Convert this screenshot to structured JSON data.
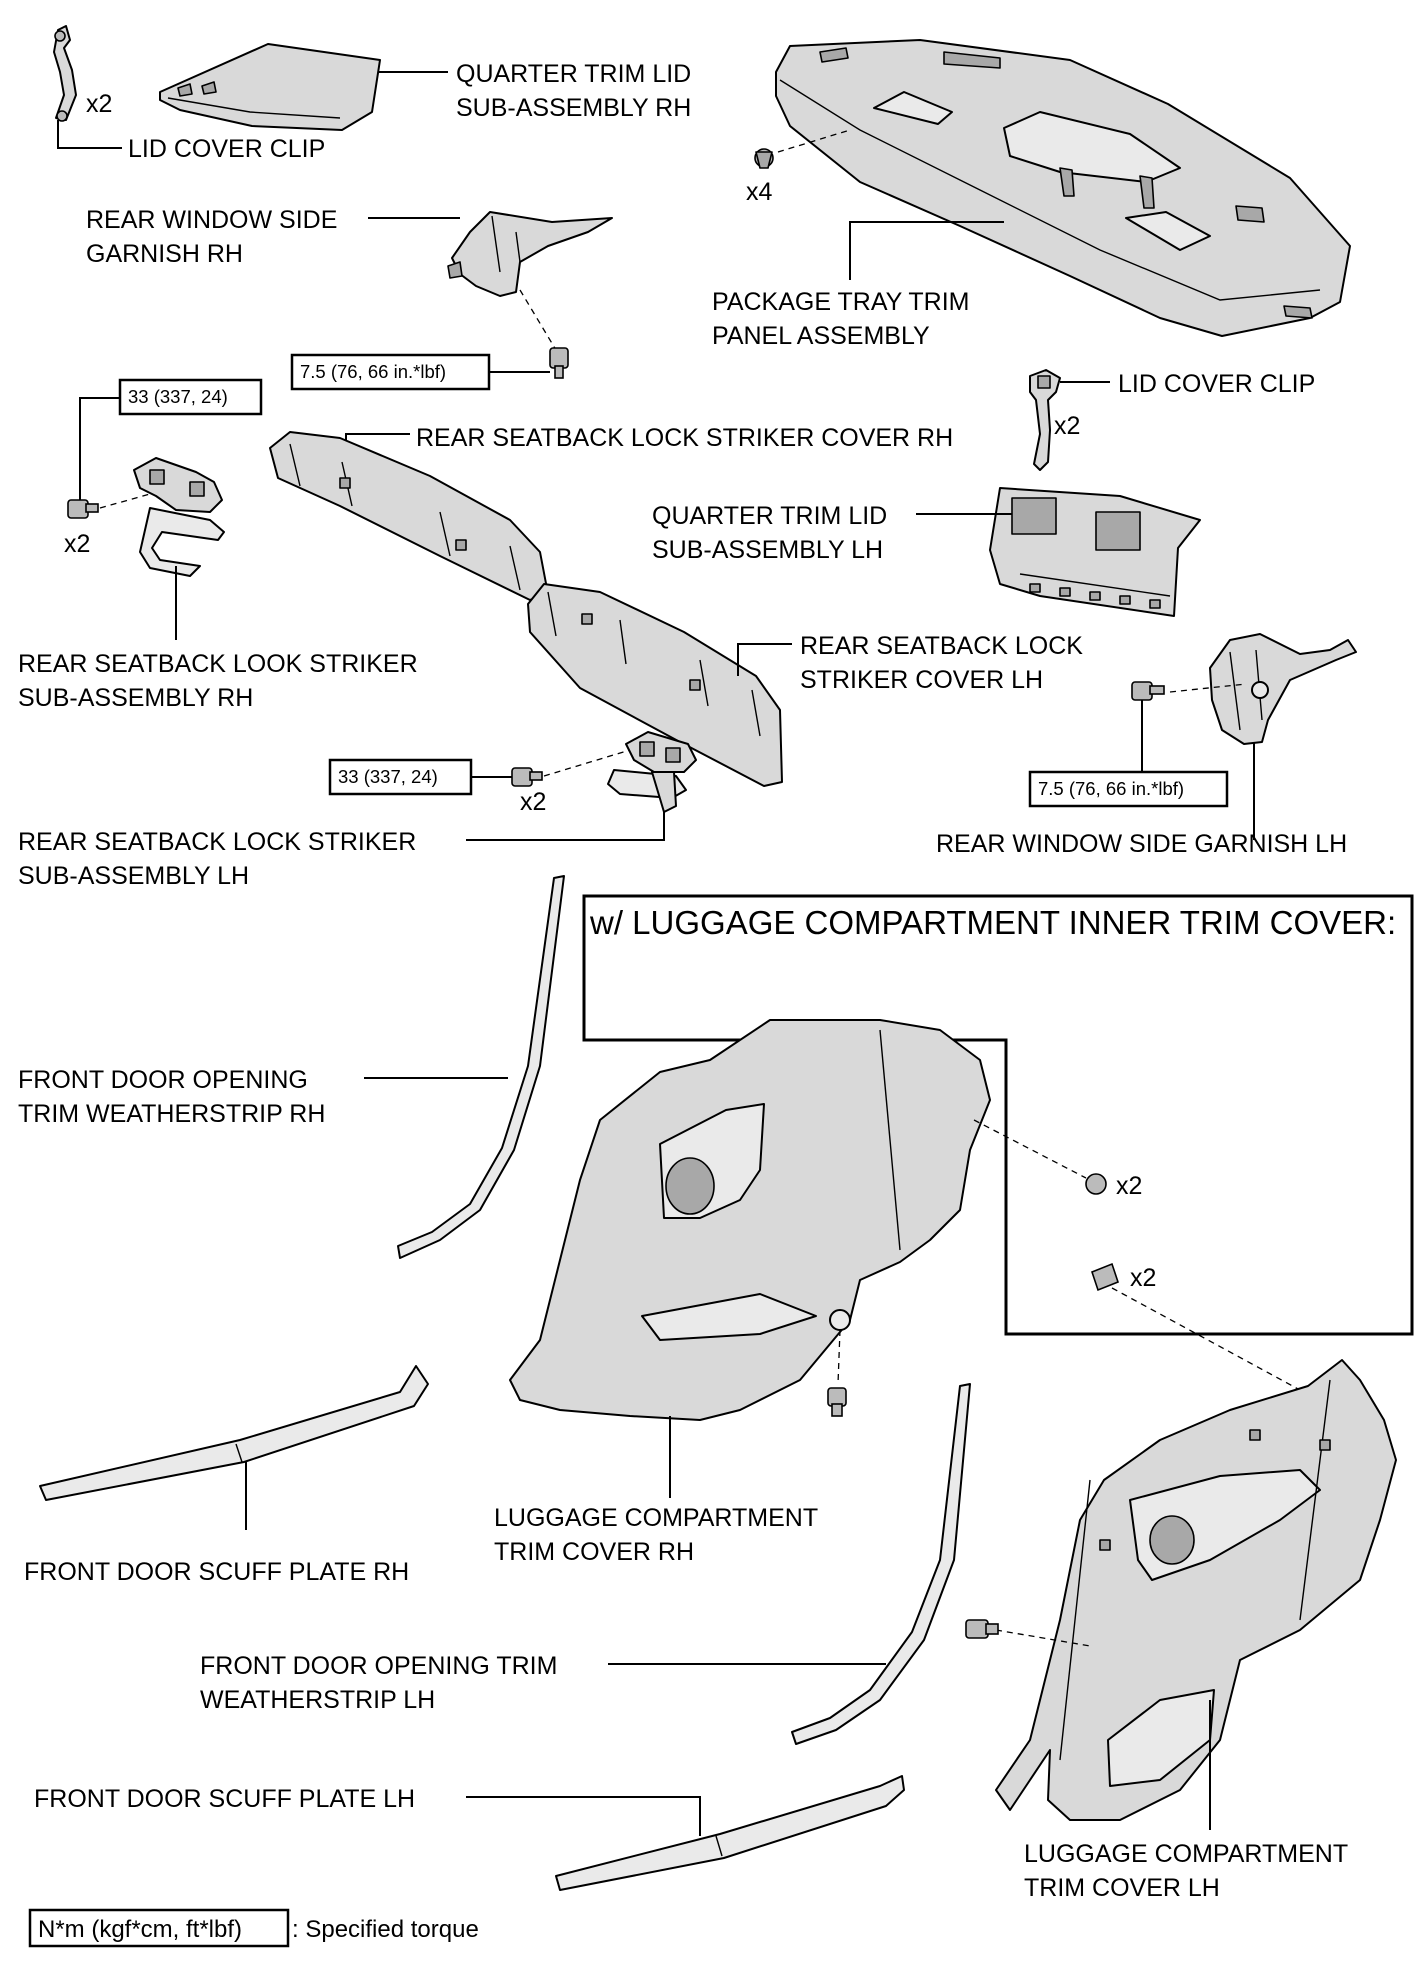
{
  "labels": {
    "lid_cover_clip_rh": "LID COVER CLIP",
    "lid_cover_clip_rh_qty": "x2",
    "quarter_trim_lid_rh_1": "QUARTER TRIM LID",
    "quarter_trim_lid_rh_2": "SUB-ASSEMBLY RH",
    "rear_window_garnish_rh_1": "REAR WINDOW SIDE",
    "rear_window_garnish_rh_2": "GARNISH RH",
    "package_tray_qty": "x4",
    "package_tray_1": "PACKAGE TRAY TRIM",
    "package_tray_2": "PANEL ASSEMBLY",
    "lid_cover_clip_lh": "LID COVER CLIP",
    "lid_cover_clip_lh_qty": "x2",
    "striker_cover_rh": "REAR SEATBACK LOCK STRIKER COVER RH",
    "quarter_trim_lid_lh_1": "QUARTER TRIM LID",
    "quarter_trim_lid_lh_2": "SUB-ASSEMBLY LH",
    "striker_rh_qty": "x2",
    "striker_rh_1": "REAR SEATBACK LOOK STRIKER",
    "striker_rh_2": "SUB-ASSEMBLY RH",
    "striker_cover_lh_1": "REAR SEATBACK LOCK",
    "striker_cover_lh_2": "STRIKER COVER LH",
    "striker_lh_qty": "x2",
    "striker_lh_1": "REAR SEATBACK LOCK STRIKER",
    "striker_lh_2": "SUB-ASSEMBLY LH",
    "rear_window_garnish_lh": "REAR WINDOW SIDE GARNISH LH",
    "inner_trim_box_title": "w/ LUGGAGE COMPARTMENT INNER TRIM COVER:",
    "inner_clip_qty_1": "x2",
    "inner_clip_qty_2": "x2",
    "weatherstrip_rh_1": "FRONT DOOR OPENING",
    "weatherstrip_rh_2": "TRIM WEATHERSTRIP RH",
    "scuff_plate_rh": "FRONT DOOR SCUFF PLATE RH",
    "luggage_cover_rh_1": "LUGGAGE COMPARTMENT",
    "luggage_cover_rh_2": "TRIM COVER RH",
    "weatherstrip_lh_1": "FRONT DOOR OPENING TRIM",
    "weatherstrip_lh_2": "WEATHERSTRIP LH",
    "scuff_plate_lh": "FRONT DOOR SCUFF PLATE LH",
    "luggage_cover_lh_1": "LUGGAGE COMPARTMENT",
    "luggage_cover_lh_2": "TRIM COVER LH"
  },
  "torques": {
    "garnish_rh": "7.5 (76, 66 in.*lbf)",
    "striker_rh": "33 (337, 24)",
    "striker_lh": "33 (337, 24)",
    "garnish_lh": "7.5 (76, 66 in.*lbf)"
  },
  "legend": {
    "box_text": "N*m (kgf*cm, ft*lbf)",
    "description": ": Specified torque"
  }
}
